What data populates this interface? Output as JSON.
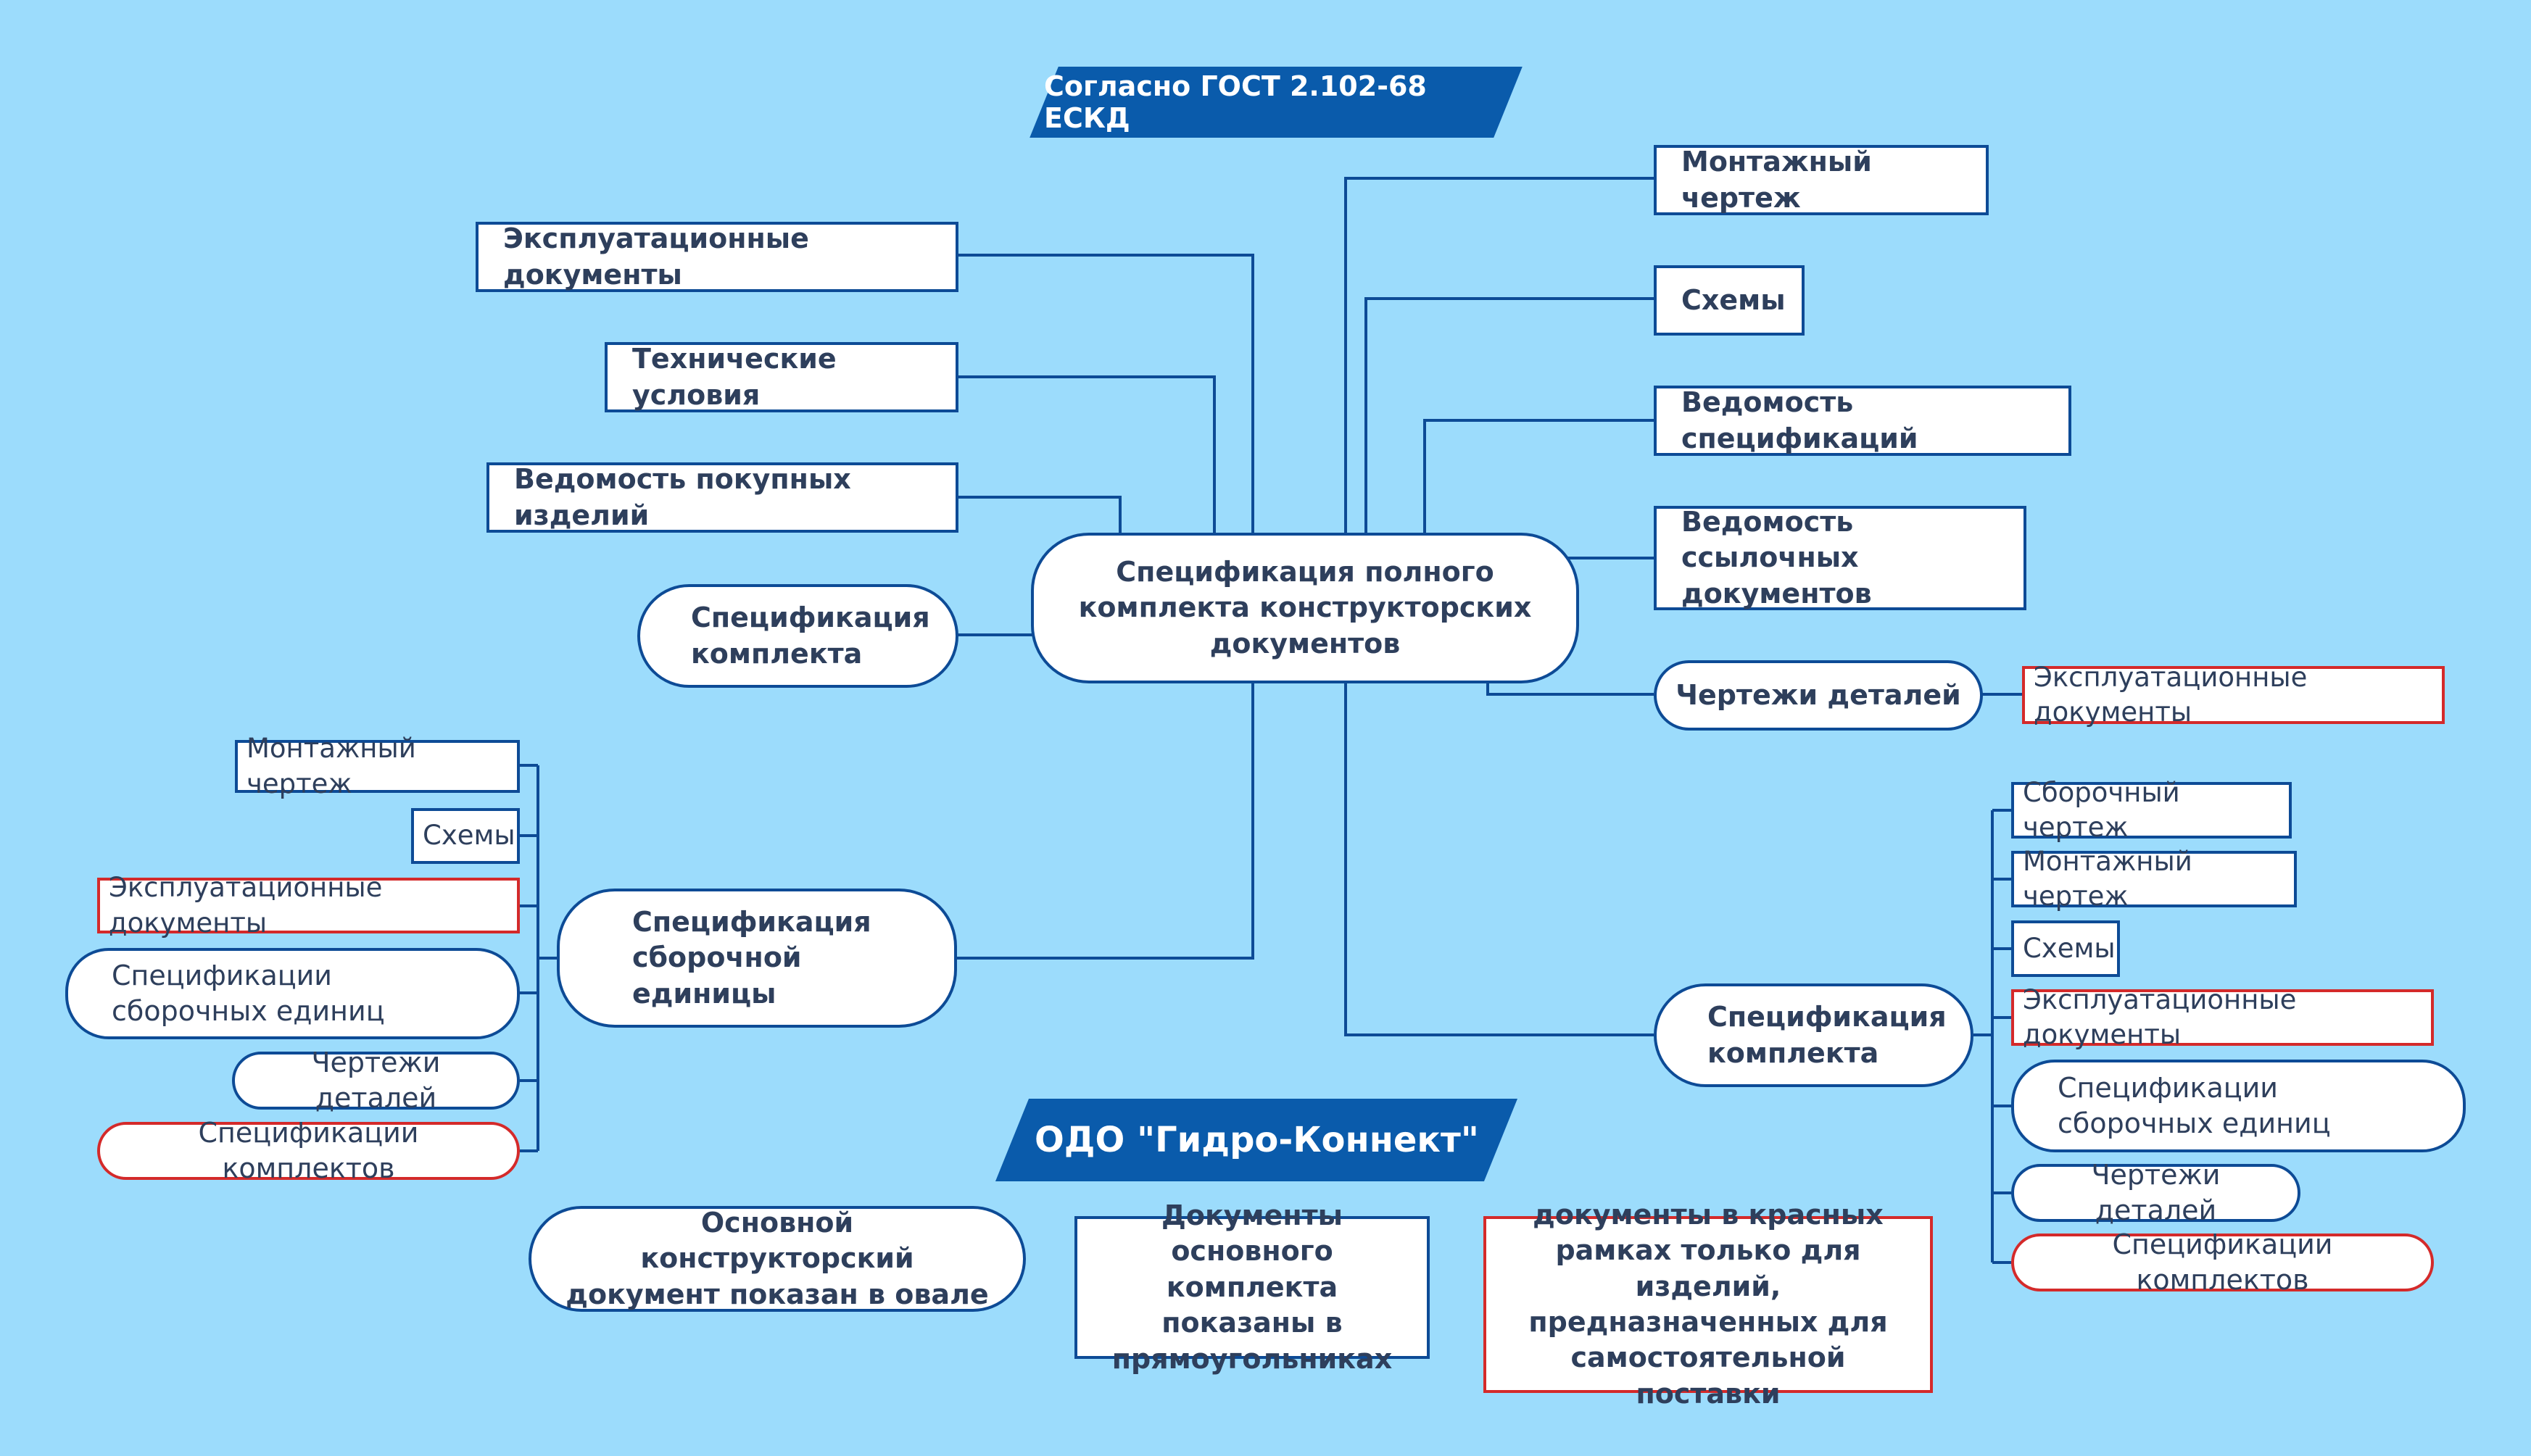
{
  "header": {
    "standard": "Согласно ГОСТ 2.102-68 ЕСКД"
  },
  "center": {
    "title": "Спецификация полного комплекта конструкторских документов"
  },
  "left_branches": {
    "ekspl_docs": "Эксплуатационные документы",
    "tech_conditions": "Технические условия",
    "purchased_list": "Ведомость покупных изделий",
    "kit_spec": "Спецификация комплекта",
    "assembly_spec": "Спецификация сборочной единицы"
  },
  "right_branches": {
    "mount_drawing": "Монтажный чертеж",
    "schemes": "Схемы",
    "spec_list": "Ведомость спецификаций",
    "ref_docs_list": "Ведомость ссылочных документов",
    "part_drawings": "Чертежи деталей",
    "part_drawings_child": "Эксплуатационные документы",
    "kit_spec": "Спецификация комплекта"
  },
  "assembly_children": [
    "Монтажный чертеж",
    "Схемы",
    "Эксплуатационные документы",
    "Спецификации сборочных единиц",
    "Чертежи деталей",
    "Спецификации комплектов"
  ],
  "kit_children": [
    "Сборочный чертеж",
    "Монтажный чертеж",
    "Схемы",
    "Эксплуатационные документы",
    "Спецификации сборочных единиц",
    "Чертежи деталей",
    "Спецификации комплектов"
  ],
  "company": {
    "name": "ОДО \"Гидро-Коннект\""
  },
  "legend": {
    "oval": "Основной конструкторский документ показан в овале",
    "rect": "Документы основного комплекта показаны в прямоугольниках",
    "red": "документы в красных рамках только для изделий, предназначенных для самостоятельной поставки"
  },
  "colors": {
    "background": "#9cdcfc",
    "line": "#0d4b96",
    "banner": "#0a5bab",
    "red_frame": "#d42a2a",
    "text": "#2e3f5c"
  }
}
